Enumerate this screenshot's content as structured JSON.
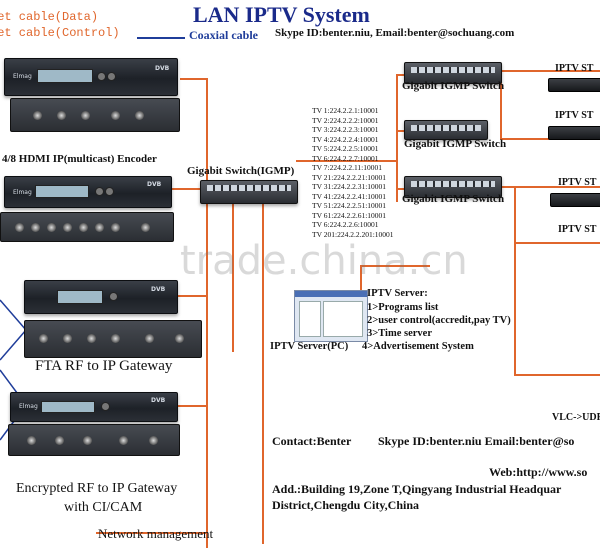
{
  "legend": {
    "data_cable": "net cable(Data)",
    "control_cable": "net cable(Control)",
    "coaxial_cable": "Coaxial cable"
  },
  "title": "LAN IPTV System",
  "skype_header": "Skype ID:benter.niu, Email:benter@sochuang.com",
  "devices": {
    "encoder_label": "4/8 HDMI IP(multicast) Encoder",
    "gigabit_switch_label": "Gigabit Switch(IGMP)",
    "fta_label": "FTA RF to IP Gateway",
    "encrypted_label_1": "Encrypted RF to IP Gateway",
    "encrypted_label_2": "with CI/CAM",
    "network_management": "Network management",
    "igmp_switch_1": "Gigabit IGMP Switch",
    "igmp_switch_2": "Gigabit IGMP Switch",
    "igmp_switch_3": "Gigabit IGMP Switch",
    "iptv_stb": [
      "IPTV ST",
      "IPTV ST",
      "IPTV ST",
      "IPTV ST"
    ],
    "iptv_server_pc": "IPTV Server(PC)",
    "vlc": "VLC->UDP",
    "encoder_logo": "Elmag",
    "rack_tag": "DVB"
  },
  "channels": [
    "TV 1:224.2.2.1:10001",
    "TV 2:224.2.2.2:10001",
    "TV 3:224.2.2.3:10001",
    "TV 4:224.2.2.4:10001",
    "TV 5:224.2.2.5:10001",
    "TV 6:224.2.2.7:10001",
    "TV 7:224.2.2.11:10001",
    "TV 21:224.2.2.21:10001",
    "TV 31:224.2.2.31:10001",
    "TV 41:224.2.2.41:10001",
    "TV 51:224.2.2.51:10001",
    "TV 61:224.2.2.61:10001",
    "TV 6:224.2.2.6:10001",
    "TV 201:224.2.2.201:10001"
  ],
  "server": {
    "heading": "IPTV Server:",
    "items": [
      "1>Programs list",
      "2>user control(accredit,pay TV)",
      "3>Time server",
      "4>Advertisement System"
    ]
  },
  "contact": {
    "name": "Contact:Benter",
    "skype": "Skype ID:benter.niu Email:benter@so",
    "web": "Web:http://www.so",
    "address_1": "Add.:Building 19,Zone T,Qingyang Industrial Headquar",
    "address_2": "District,Chengdu City,China"
  },
  "watermark": "trade.china.cn",
  "colors": {
    "data_cable": "#e0662c",
    "coaxial_cable": "#1f3d9a",
    "title": "#1a2a8a"
  }
}
